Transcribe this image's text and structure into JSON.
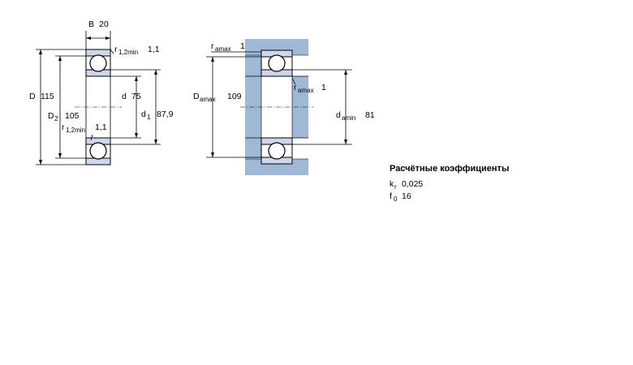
{
  "left_view": {
    "B": {
      "sym": "B",
      "val": "20"
    },
    "r12_top": {
      "sym": "r",
      "sub": "1,2min",
      "val": "1,1"
    },
    "D": {
      "sym": "D",
      "val": "115"
    },
    "D2": {
      "sym": "D",
      "sub": "2",
      "val": "105"
    },
    "d": {
      "sym": "d",
      "val": "75"
    },
    "d1": {
      "sym": "d",
      "sub": "1",
      "val": "87,9"
    },
    "r12_bottom": {
      "sym": "r",
      "sub": "1,2min",
      "val": "1,1"
    }
  },
  "right_view": {
    "ra_top": {
      "sym": "r",
      "sub": "amax",
      "val": "1"
    },
    "Da": {
      "sym": "D",
      "sub": "amax",
      "val": "109"
    },
    "ra_mid": {
      "sym": "r",
      "sub": "amax",
      "val": "1"
    },
    "da": {
      "sym": "d",
      "sub": "amin",
      "val": "81"
    }
  },
  "coefficients": {
    "heading": "Расчётные коэффициенты",
    "kr": {
      "sym": "k",
      "sub": "r",
      "val": "0,025"
    },
    "f0": {
      "sym": "f",
      "sub": "0",
      "val": "16"
    }
  },
  "colors": {
    "bearing_fill": "#cfd8ea",
    "housing_fill": "#9fb8d6",
    "line": "#000000"
  }
}
